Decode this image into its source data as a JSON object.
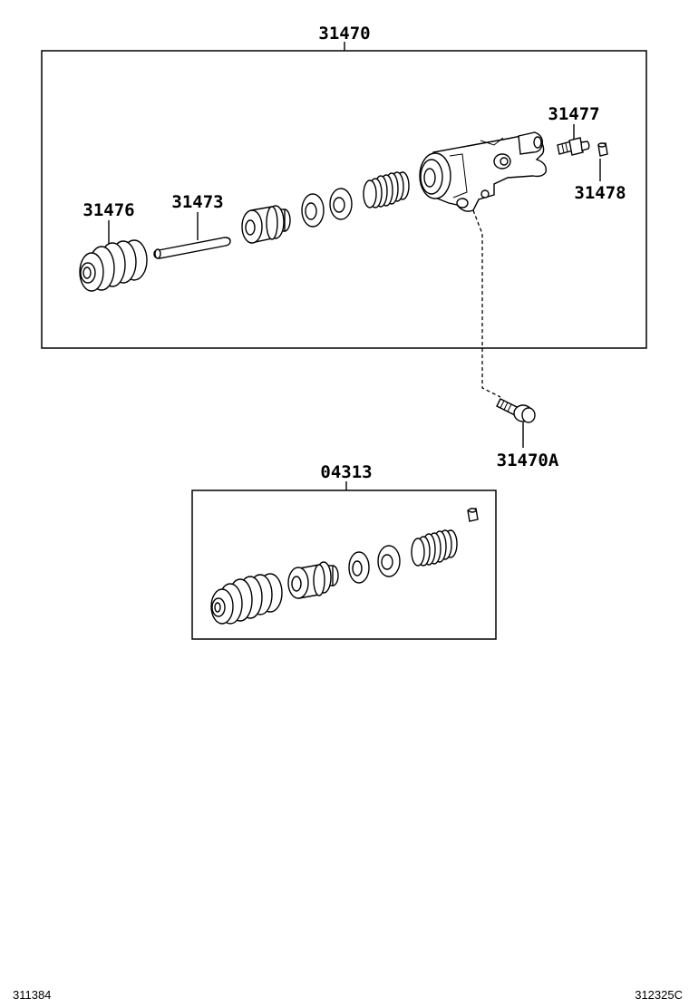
{
  "diagram": {
    "labels": {
      "assembly": "31470",
      "boot": "31476",
      "push_rod": "31473",
      "bleeder_plug": "31477",
      "bleeder_cap": "31478",
      "bolt": "31470A",
      "repair_kit": "04313"
    },
    "footer": {
      "left_code": "311384",
      "right_code": "312325C"
    }
  }
}
